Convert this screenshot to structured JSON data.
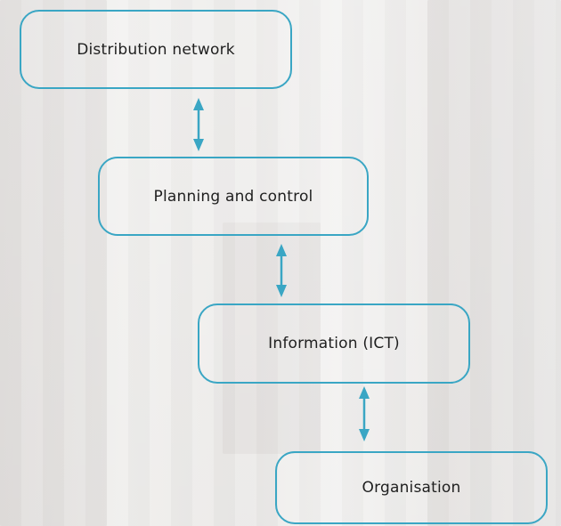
{
  "diagram": {
    "nodes": [
      {
        "id": "distribution-network",
        "label": "Distribution network"
      },
      {
        "id": "planning-and-control",
        "label": "Planning and control"
      },
      {
        "id": "information-ict",
        "label": "Information (ICT)"
      },
      {
        "id": "organisation",
        "label": "Organisation"
      }
    ],
    "edges": [
      {
        "from": "distribution-network",
        "to": "planning-and-control",
        "direction": "bidirectional"
      },
      {
        "from": "planning-and-control",
        "to": "information-ict",
        "direction": "bidirectional"
      },
      {
        "from": "information-ict",
        "to": "organisation",
        "direction": "bidirectional"
      }
    ],
    "accent_color": "#3aa6c4",
    "text_color": "#1f1f1f"
  }
}
